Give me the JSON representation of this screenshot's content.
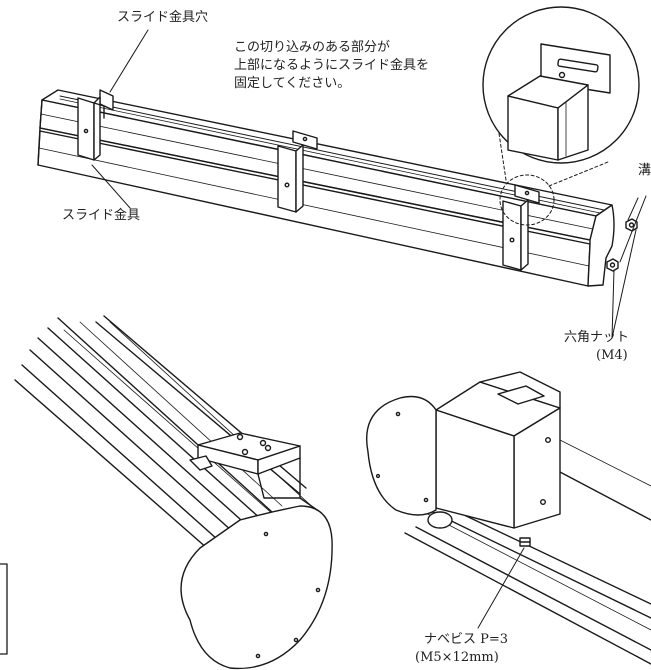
{
  "labels": {
    "slide_hole": "スライド金具穴",
    "instruction_line1": "この切り込みのある部分が",
    "instruction_line2": "上部になるようにスライド金具を",
    "instruction_line3": "固定してください。",
    "slide_bracket": "スライド金具",
    "cutoff_label": "溝",
    "hex_nut": "六角ナット",
    "hex_nut_size": "(M4)",
    "pan_screw": "ナベビス P=3",
    "pan_screw_size": "(M5×12mm)"
  }
}
